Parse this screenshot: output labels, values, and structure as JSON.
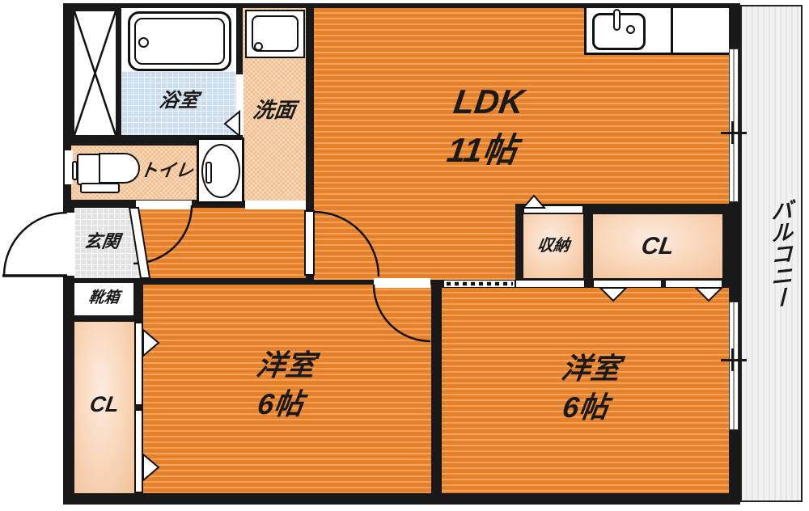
{
  "floorplan": {
    "type": "japanese-apartment-floor-plan",
    "rooms": {
      "ldk": {
        "label": "LDK",
        "size": "11帖"
      },
      "bath": {
        "label": "浴室"
      },
      "washroom": {
        "label": "洗面"
      },
      "toilet": {
        "label": "トイレ"
      },
      "entrance": {
        "label": "玄関"
      },
      "shoe_cabinet": {
        "label": "靴箱"
      },
      "closet_left": {
        "label": "CL"
      },
      "storage": {
        "label": "収納"
      },
      "closet_right": {
        "label": "CL"
      },
      "bedroom_left": {
        "label": "洋室",
        "size": "6帖"
      },
      "bedroom_right": {
        "label": "洋室",
        "size": "6帖"
      },
      "balcony": {
        "label": "バルコニー"
      }
    },
    "fixtures": [
      "bathtub",
      "washbasin",
      "washing-machine-pan",
      "toilet",
      "kitchen-sink"
    ],
    "colors": {
      "wall": "#191919",
      "flooring_orange": "#e5812b",
      "flooring_stripe": "#f5a25a",
      "bath_blue": "#ccddf1",
      "tile_peach": "#f1bf90",
      "closet_peach": "#f5cca6",
      "entrance_gray": "#e2e2e2",
      "balcony_gray": "#f0f0f0",
      "text": "#1a1a1a"
    }
  }
}
